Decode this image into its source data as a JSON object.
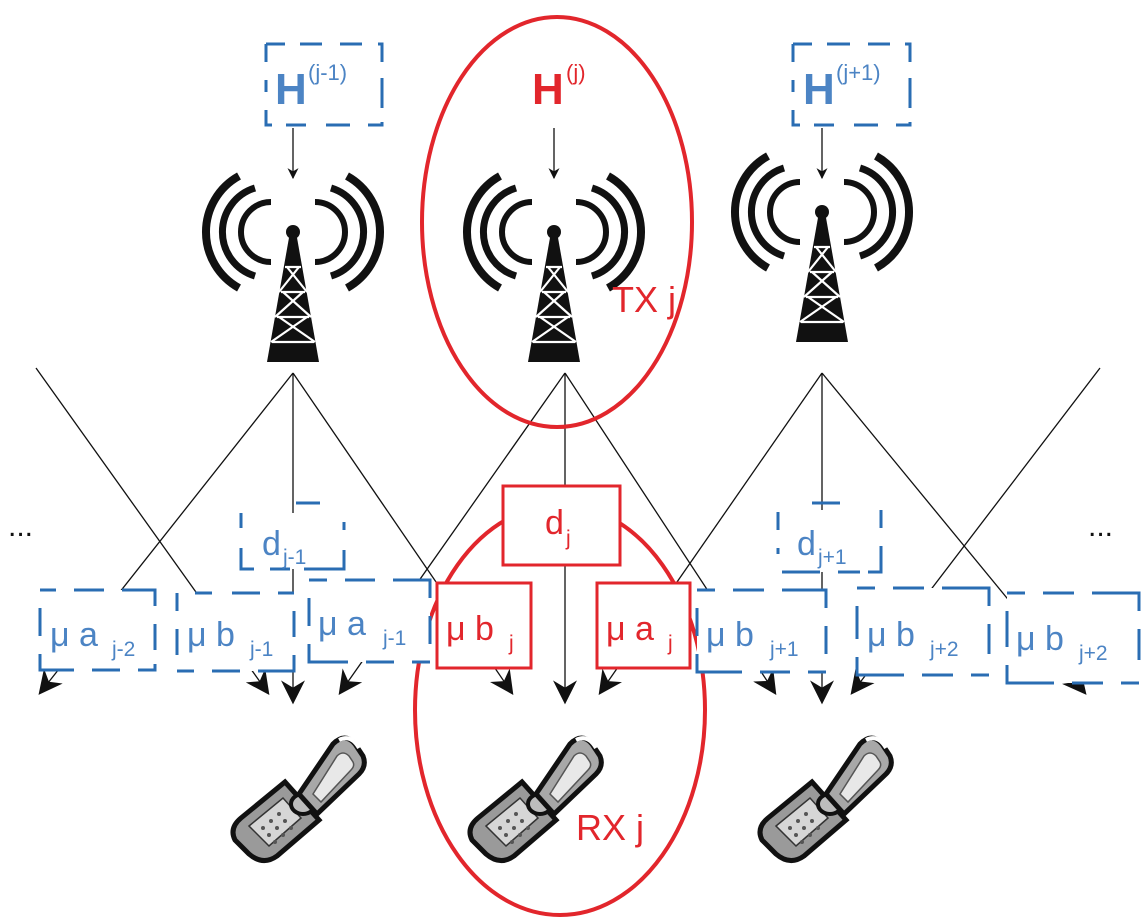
{
  "colors": {
    "blue": "#2a6db3",
    "blue_text": "#4c84c4",
    "red": "#e2262c",
    "black": "#111111"
  },
  "icons": [
    "antenna-tower-icon",
    "cell-phone-icon",
    "arrowhead-icon"
  ],
  "channels": {
    "prev": {
      "H": "H",
      "sup": "(j-1)"
    },
    "curr": {
      "H": "H",
      "sup": "(j)"
    },
    "next": {
      "H": "H",
      "sup": "(j+1)"
    }
  },
  "labels": {
    "tx": "TX j",
    "rx": "RX j",
    "ellipsis_left": "...",
    "ellipsis_right": "..."
  },
  "boxes": {
    "mu_a_j_minus_2": {
      "main": "μ a",
      "sub": "j-2"
    },
    "mu_b_j_minus_1": {
      "main": "μ b",
      "sub": "j-1"
    },
    "d_j_minus_1": {
      "main": "d",
      "sub": "j-1"
    },
    "mu_a_j_minus_1": {
      "main": "μ a",
      "sub": "j-1"
    },
    "d_j": {
      "main": "d",
      "sub": "j"
    },
    "mu_b_j": {
      "main": "μ b",
      "sub": "j"
    },
    "mu_a_j": {
      "main": "μ a",
      "sub": "j"
    },
    "mu_b_j_plus_1": {
      "main": "μ b",
      "sub": "j+1"
    },
    "d_j_plus_1": {
      "main": "d",
      "sub": "j+1"
    },
    "mu_b_j_plus_2_a": {
      "main": "μ b",
      "sub": "j+2"
    },
    "mu_b_j_plus_2_b": {
      "main": "μ b",
      "sub": "j+2"
    }
  }
}
